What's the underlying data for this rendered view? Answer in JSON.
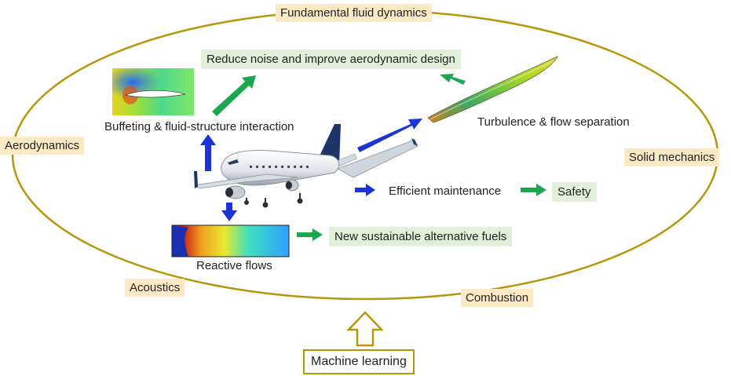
{
  "disciplines": {
    "fundamental": "Fundamental fluid dynamics",
    "aerodynamics": "Aerodynamics",
    "solid_mechanics": "Solid mechanics",
    "acoustics": "Acoustics",
    "combustion": "Combustion"
  },
  "phenomena": {
    "buffeting": "Buffeting & fluid-structure interaction",
    "turbulence": "Turbulence & flow separation",
    "maintenance": "Efficient maintenance",
    "reactive": "Reactive flows"
  },
  "outcomes": {
    "noise": "Reduce noise and improve aerodynamic design",
    "safety": "Safety",
    "fuels": "New sustainable alternative fuels"
  },
  "center": {
    "machine_learning": "Machine learning"
  },
  "colors": {
    "ellipse": "#b8960c",
    "tan_box": "#fde9c3",
    "green_box": "#e2f0d9",
    "blue_arrow": "#1a34d6",
    "green_arrow": "#1aa84f"
  }
}
